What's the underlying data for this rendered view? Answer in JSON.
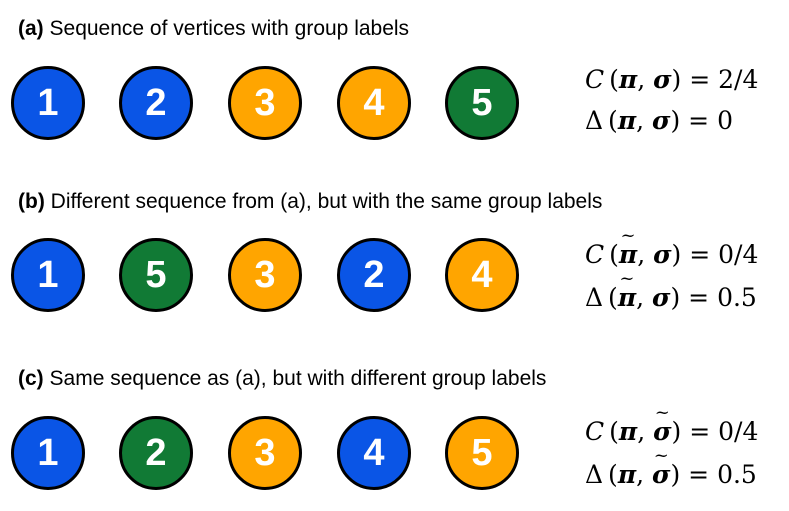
{
  "colors": {
    "blue": "#0a55e6",
    "orange": "#ffa500",
    "green": "#117a35"
  },
  "panels": [
    {
      "tag": "(a)",
      "title": "Sequence of vertices with group labels",
      "vertices": [
        {
          "label": "1",
          "color": "blue"
        },
        {
          "label": "2",
          "color": "blue"
        },
        {
          "label": "3",
          "color": "orange"
        },
        {
          "label": "4",
          "color": "orange"
        },
        {
          "label": "5",
          "color": "green"
        }
      ],
      "c_value": "2/4",
      "delta_value": "0"
    },
    {
      "tag": "(b)",
      "title": "Different sequence from (a), but with the same group labels",
      "vertices": [
        {
          "label": "1",
          "color": "blue"
        },
        {
          "label": "5",
          "color": "green"
        },
        {
          "label": "3",
          "color": "orange"
        },
        {
          "label": "2",
          "color": "blue"
        },
        {
          "label": "4",
          "color": "orange"
        }
      ],
      "c_value": "0/4",
      "delta_value": "0.5"
    },
    {
      "tag": "(c)",
      "title": "Same sequence as (a), but with different group labels",
      "vertices": [
        {
          "label": "1",
          "color": "blue"
        },
        {
          "label": "2",
          "color": "green"
        },
        {
          "label": "3",
          "color": "orange"
        },
        {
          "label": "4",
          "color": "blue"
        },
        {
          "label": "5",
          "color": "orange"
        }
      ],
      "c_value": "0/4",
      "delta_value": "0.5"
    }
  ]
}
